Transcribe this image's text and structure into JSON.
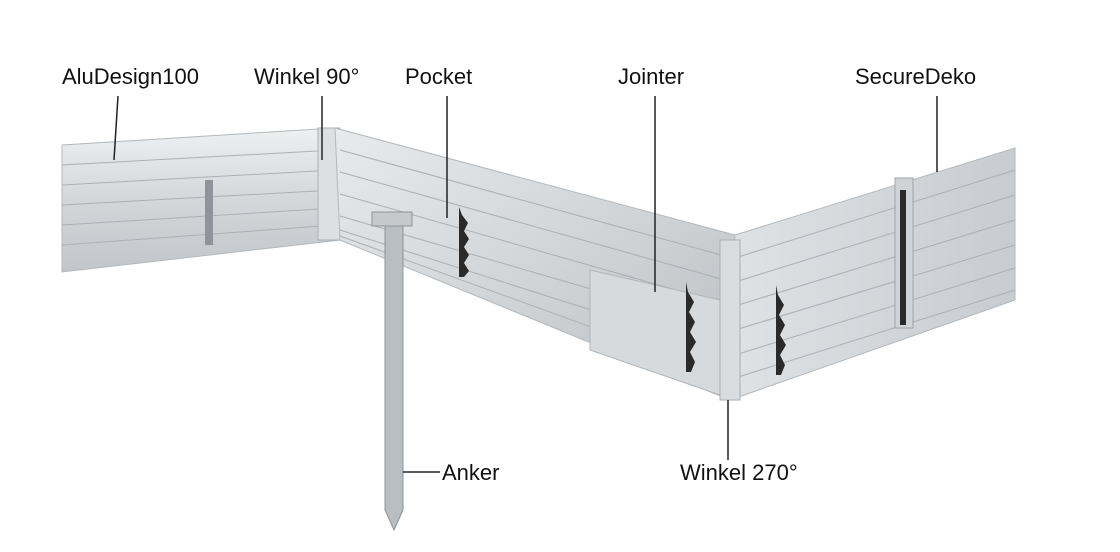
{
  "labels": {
    "aludesign": "AluDesign100",
    "winkel90": "Winkel 90°",
    "pocket": "Pocket",
    "jointer": "Jointer",
    "securedeko": "SecureDeko",
    "anker": "Anker",
    "winkel270": "Winkel 270°"
  },
  "colors": {
    "metal_light": "#e4e6e8",
    "metal_mid": "#c9cdd1",
    "metal_dark": "#9ea3a8",
    "slot": "#2a2a2a",
    "leader": "#222222"
  }
}
